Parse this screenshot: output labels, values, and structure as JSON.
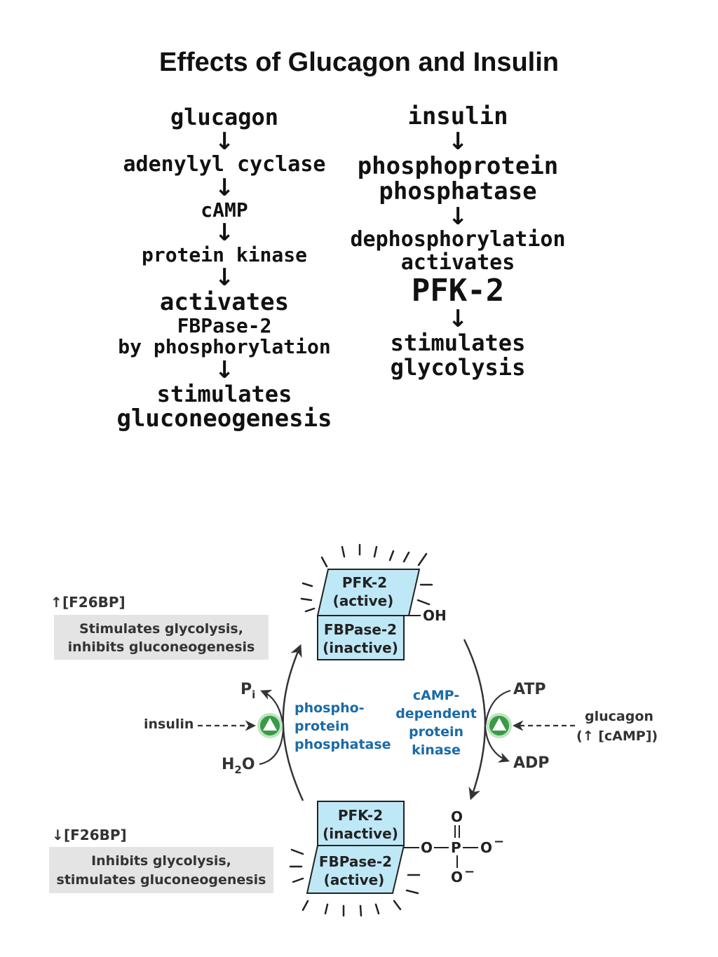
{
  "title": "Effects of Glucagon and Insulin",
  "glucagon_pathway": {
    "steps": [
      "glucagon",
      "adenylyl cyclase",
      "cAMP",
      "protein kinase",
      "activates",
      "FBPase-2",
      "by phosphorylation",
      "stimulates",
      "gluconeogenesis"
    ],
    "arrow": "↓"
  },
  "insulin_pathway": {
    "steps": [
      "insulin",
      "phosphoprotein",
      "phosphatase",
      "dephosphorylation",
      "activates",
      "PFK-2",
      "stimulates",
      "glycolysis"
    ],
    "arrow": "↓"
  },
  "diagram": {
    "top_complex": {
      "enzyme1": "PFK-2",
      "state1": "(active)",
      "enzyme2": "FBPase-2",
      "state2": "(inactive)",
      "group": "OH"
    },
    "bottom_complex": {
      "enzyme1": "PFK-2",
      "state1": "(inactive)",
      "enzyme2": "FBPase-2",
      "state2": "(active)"
    },
    "phosphate": {
      "o_top": "O",
      "o_left": "O",
      "p": "P",
      "o_right": "O",
      "o_bottom": "O",
      "minus": "−"
    },
    "high_f26bp": {
      "arrow": "↑",
      "label": "[F26BP]",
      "effect_line1": "Stimulates glycolysis,",
      "effect_line2": "inhibits gluconeogenesis"
    },
    "low_f26bp": {
      "arrow": "↓",
      "label": "[F26BP]",
      "effect_line1": "Inhibits glycolysis,",
      "effect_line2": "stimulates gluconeogenesis"
    },
    "phosphatase": {
      "line1": "phospho-",
      "line2": "protein",
      "line3": "phosphatase"
    },
    "kinase": {
      "line1": "cAMP-",
      "line2": "dependent",
      "line3": "protein",
      "line4": "kinase"
    },
    "left_side": {
      "pi_p": "P",
      "pi_sub": "i",
      "water_h": "H",
      "water_sub": "2",
      "water_o": "O",
      "insulin": "insulin"
    },
    "right_side": {
      "atp": "ATP",
      "adp": "ADP",
      "glucagon": "glucagon",
      "camp_open": "(",
      "camp_arrow": "↑",
      "camp_label": " [cAMP])"
    },
    "colors": {
      "box_fill": "#bfe8f7",
      "label_blue": "#1a6aa8",
      "activator_green": "#3a9a45",
      "effect_box": "#e4e4e4"
    }
  }
}
